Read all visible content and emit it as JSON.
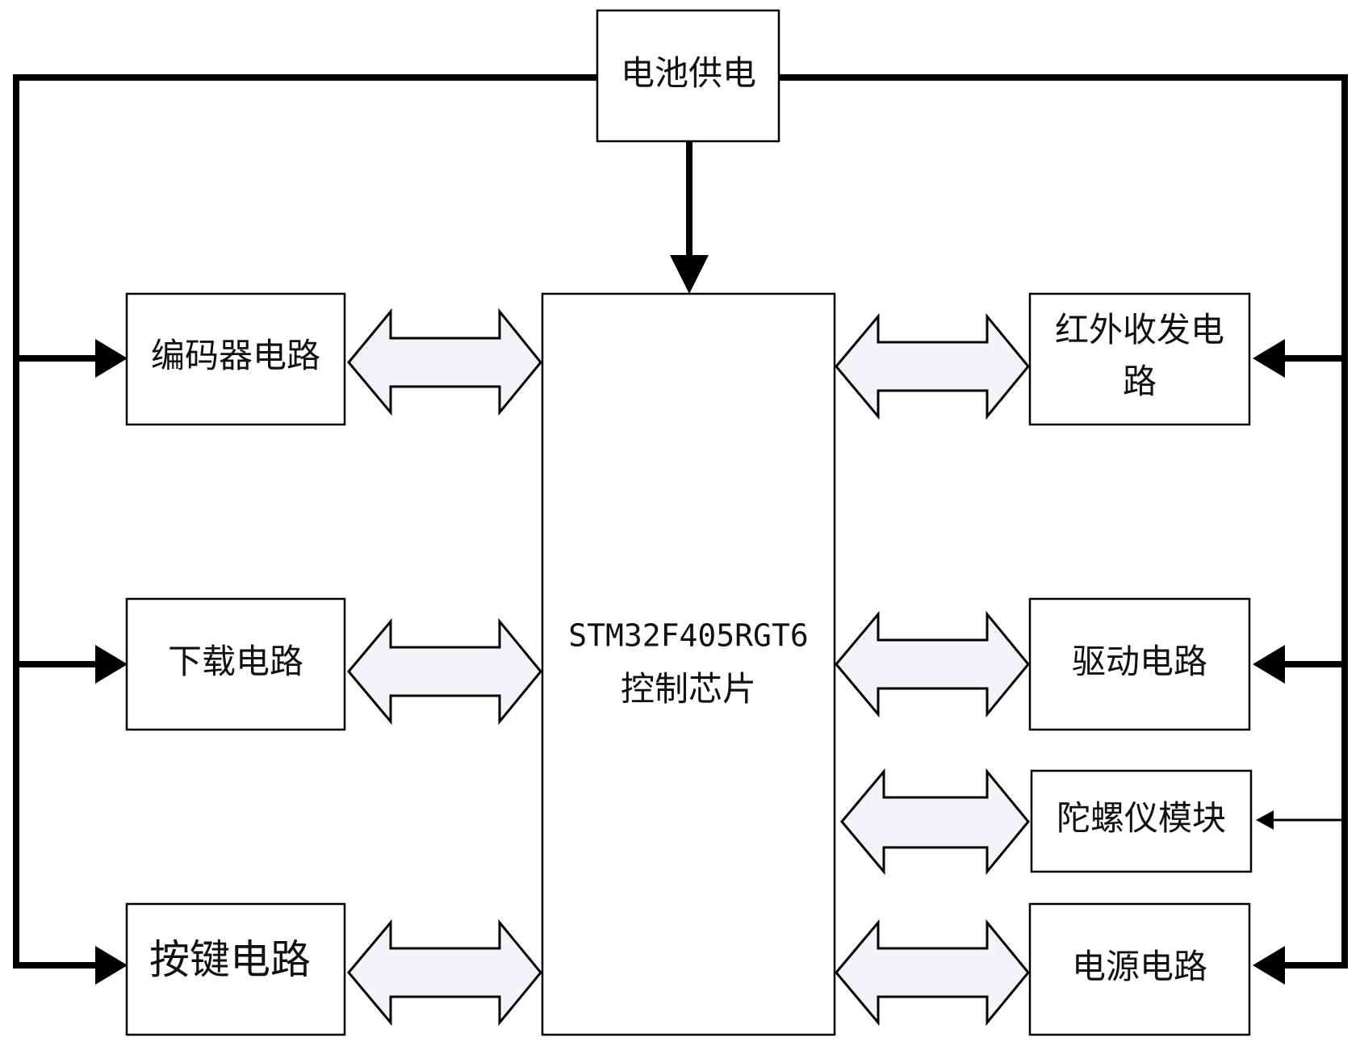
{
  "diagram": {
    "battery": {
      "label": "电池供电"
    },
    "mcu": {
      "line1": "STM32F405RGT6",
      "line2": "控制芯片"
    },
    "encoder": {
      "label": "编码器电路"
    },
    "download": {
      "label": "下载电路"
    },
    "keys": {
      "label": "按键电路"
    },
    "infrared": {
      "line1": "红外收发电",
      "line2": "路"
    },
    "driver": {
      "label": "驱动电路"
    },
    "gyro": {
      "label": "陀螺仪模块"
    },
    "power": {
      "label": "电源电路"
    }
  },
  "colors": {
    "line": "#000000",
    "box_fill": "#ffffff",
    "arrow_fill": "#f2f4f8"
  }
}
